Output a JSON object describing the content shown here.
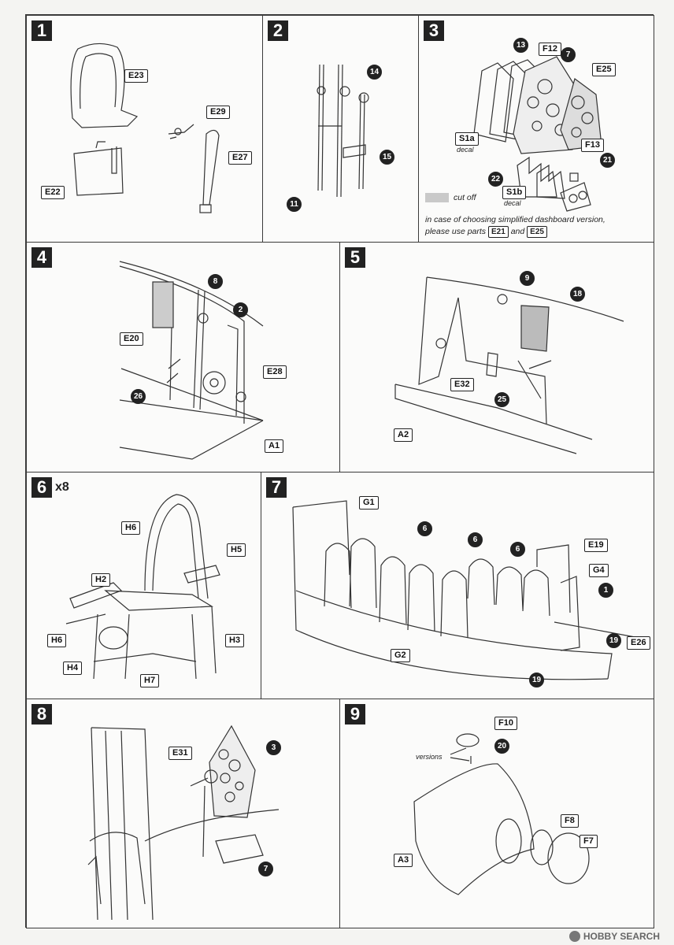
{
  "steps": [
    {
      "num": "1",
      "labels": [
        "E23",
        "E29",
        "E27",
        "E22"
      ]
    },
    {
      "num": "2",
      "labels": [
        "14",
        "15",
        "11"
      ]
    },
    {
      "num": "3",
      "labels": [
        "13",
        "F12",
        "7",
        "E25",
        "S1a",
        "F13",
        "21",
        "22",
        "S1b"
      ],
      "sub_s1a": "decal",
      "sub_s1b": "decal",
      "legend": "cut off",
      "note_line1": "in case of choosing simplified dashboard version,",
      "note_line2_pre": "please use parts",
      "note_part1": "E21",
      "note_and": "and",
      "note_part2": "E25"
    },
    {
      "num": "4",
      "labels": [
        "8",
        "2",
        "E20",
        "E28",
        "26",
        "A1"
      ]
    },
    {
      "num": "5",
      "labels": [
        "9",
        "18",
        "E32",
        "25",
        "A2"
      ]
    },
    {
      "num": "6",
      "mult": "x8",
      "labels": [
        "H6",
        "H5",
        "H2",
        "H6",
        "H3",
        "H4",
        "H7"
      ]
    },
    {
      "num": "7",
      "labels": [
        "G1",
        "6",
        "6",
        "6",
        "E19",
        "G4",
        "1",
        "19",
        "E26",
        "G2",
        "19"
      ]
    },
    {
      "num": "8",
      "labels": [
        "E31",
        "3",
        "7"
      ]
    },
    {
      "num": "9",
      "labels": [
        "F10",
        "20",
        "A3",
        "F8",
        "F7"
      ],
      "versions": "versions"
    }
  ],
  "watermark": "HOBBY SEARCH"
}
